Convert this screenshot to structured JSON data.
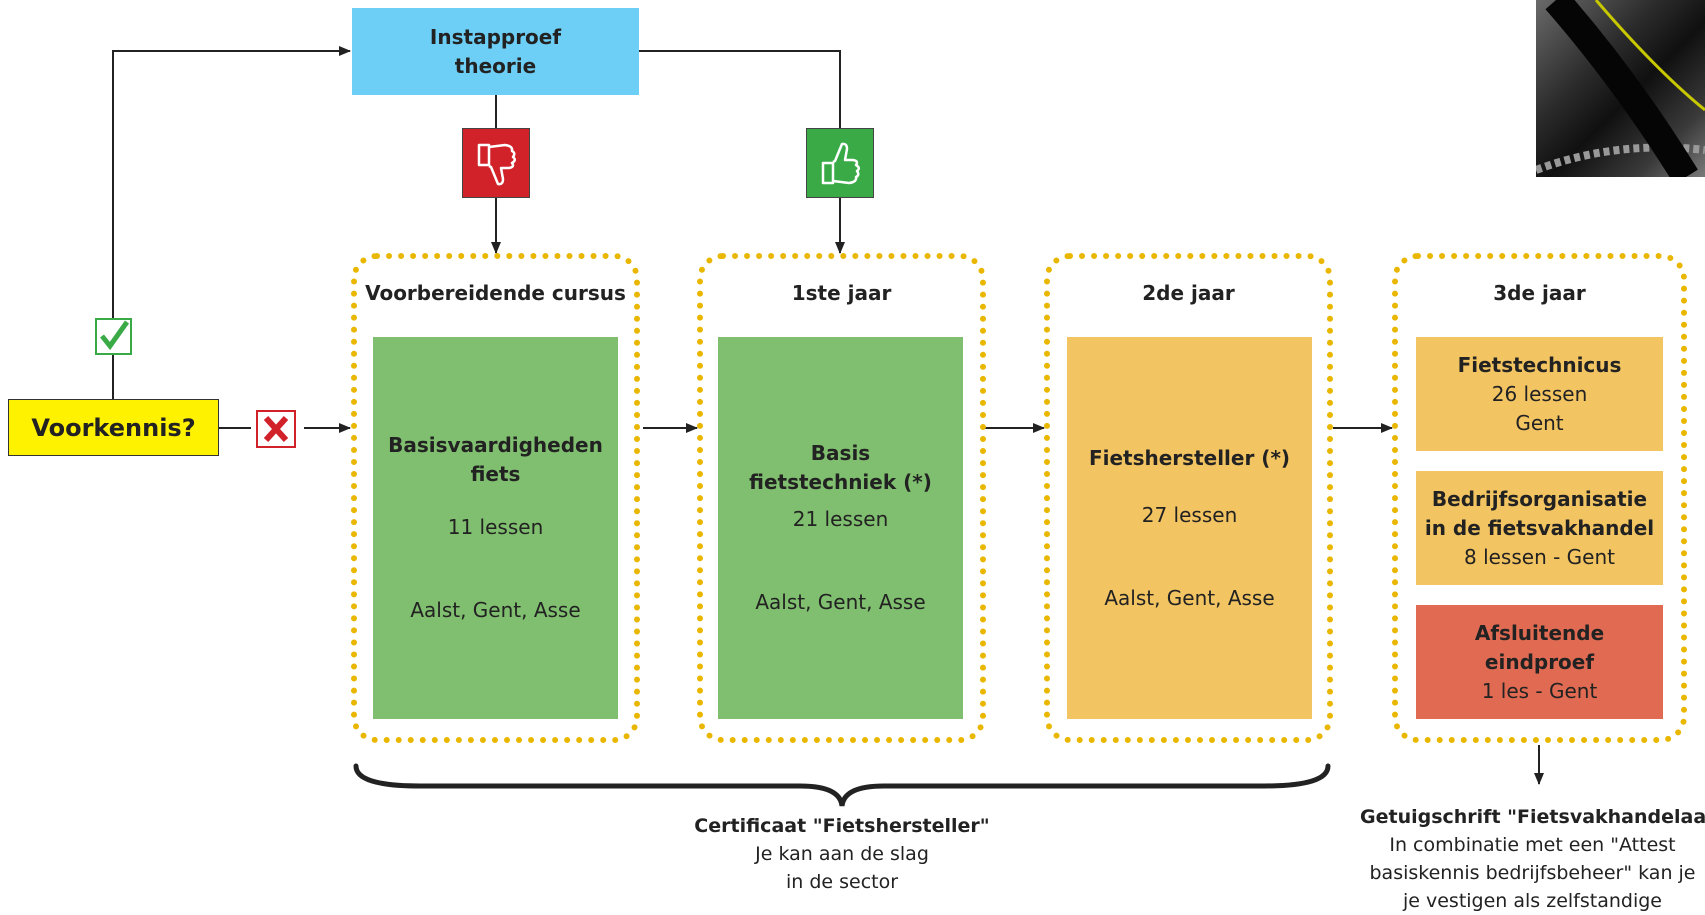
{
  "top_box": {
    "line1": "Instapproef",
    "line2": "theorie",
    "color": "#6dcff6"
  },
  "voorkennis": {
    "label": "Voorkennis?",
    "color": "#fff200"
  },
  "icons": {
    "no": "thumbs-down-icon",
    "yes": "thumbs-up-icon",
    "check": "check-icon",
    "cross": "cross-icon"
  },
  "columns": {
    "prep": {
      "header": "Voorbereidende cursus",
      "box": {
        "title1": "Basisvaardigheden",
        "title2": "fiets",
        "lessons": "11 lessen",
        "places": "Aalst, Gent, Asse",
        "color": "#80bf6f"
      }
    },
    "year1": {
      "header": "1ste jaar",
      "box": {
        "title1": "Basis",
        "title2": "fietstechniek (*)",
        "lessons": "21 lessen",
        "places": "Aalst, Gent, Asse",
        "color": "#80bf6f"
      }
    },
    "year2": {
      "header": "2de jaar",
      "box": {
        "title": "Fietshersteller (*)",
        "lessons": "27 lessen",
        "places": "Aalst, Gent, Asse",
        "color": "#f2c462"
      }
    },
    "year3": {
      "header": "3de jaar",
      "boxes": [
        {
          "title1": "Fietstechnicus",
          "line2": "26 lessen",
          "line3": "Gent",
          "color": "#f2c462"
        },
        {
          "title1": "Bedrijfsorganisatie",
          "title2": "in de fietsvakhandel",
          "line3": "8 lessen - Gent",
          "color": "#f2c462"
        },
        {
          "title1": "Afsluitende",
          "title2": "eindproef",
          "line3": "1 les - Gent",
          "color": "#e06b52"
        }
      ]
    }
  },
  "certificate": {
    "title": "Certificaat \"Fietshersteller\"",
    "line2": "Je kan aan de slag",
    "line3": "in de sector"
  },
  "getuigschrift": {
    "title": "Getuigschrift \"Fietsvakhandelaar\"",
    "line2": "In combinatie met een \"Attest",
    "line3": "basiskennis bedrijfsbeheer\" kan je",
    "line4": "je vestigen als zelfstandige"
  }
}
